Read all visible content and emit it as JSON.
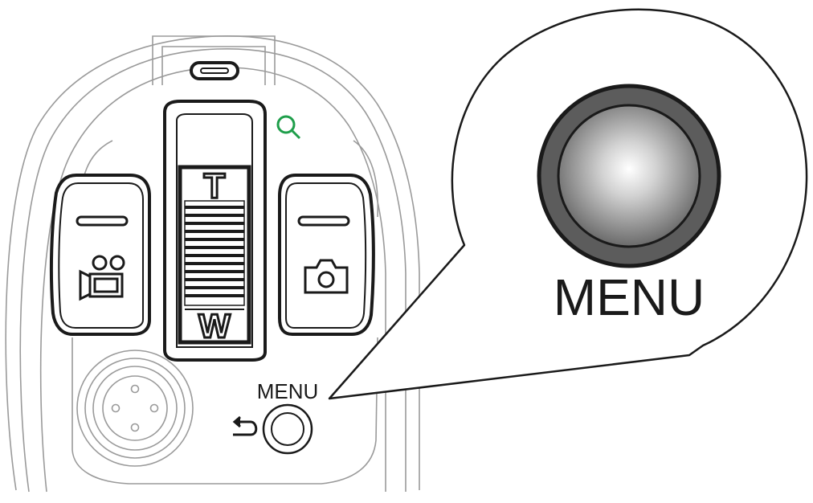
{
  "labels": {
    "zoom_tele": "T",
    "zoom_wide": "W",
    "menu_small": "MENU",
    "menu_large": "MENU"
  },
  "colors": {
    "outline": "#1a1a1a",
    "body_outline": "#9a9a9a",
    "zoom_icon": "#1e9e4a",
    "button_face_center": "#f4f4f4",
    "button_face_edge": "#5c5c5c"
  },
  "icons": {
    "zoom": "magnifier-icon",
    "video": "movie-camera-icon",
    "photo": "still-camera-icon",
    "back": "return-arrow-icon"
  }
}
